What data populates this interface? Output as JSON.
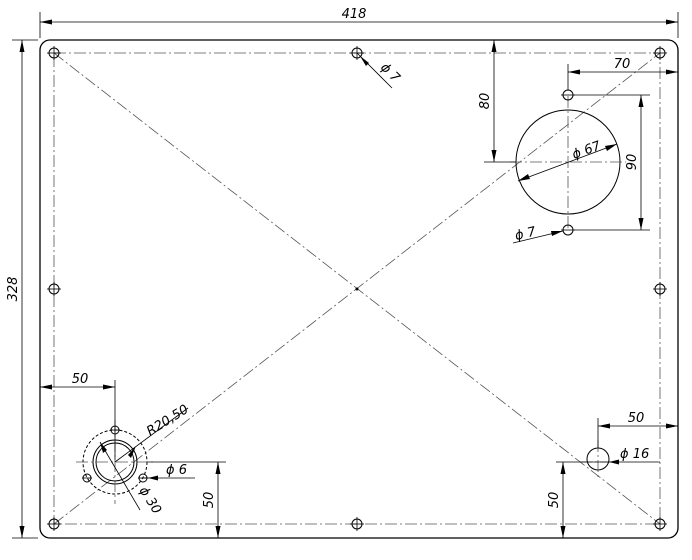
{
  "dimensions": {
    "overall_width": "418",
    "overall_height": "328",
    "offset_right_top": "70",
    "offset_top_hole": "80",
    "hole_spacing": "90",
    "big_hole_dia": "ϕ 67",
    "small_hole_top": "ϕ 7",
    "small_hole_right": "ϕ 7",
    "offset_left": "50",
    "flange_radius": "R20,50",
    "flange_hole_dia": "ϕ 6",
    "flange_dia": "ϕ 30",
    "offset_bottom_left": "50",
    "offset_right": "50",
    "right_hole_dia": "ϕ 16",
    "offset_bottom_right": "50"
  }
}
